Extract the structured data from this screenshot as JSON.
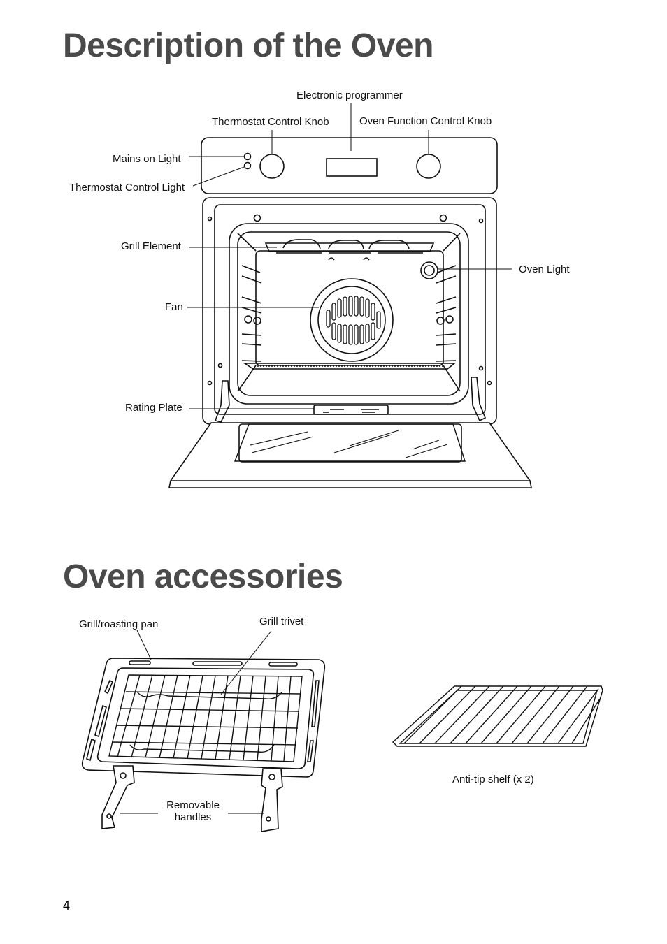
{
  "sections": {
    "oven_title": "Description of the Oven",
    "accessories_title": "Oven accessories"
  },
  "oven_labels": {
    "electronic_programmer": "Electronic programmer",
    "thermostat_control_knob": "Thermostat Control Knob",
    "oven_function_control_knob": "Oven Function Control Knob",
    "mains_on_light": "Mains on Light",
    "thermostat_control_light": "Thermostat Control Light",
    "grill_element": "Grill Element",
    "oven_light": "Oven Light",
    "fan": "Fan",
    "rating_plate": "Rating Plate"
  },
  "accessory_labels": {
    "grill_roasting_pan": "Grill/roasting pan",
    "grill_trivet": "Grill trivet",
    "removable_handles_line1": "Removable",
    "removable_handles_line2": "handles",
    "anti_tip_shelf": "Anti-tip shelf (x 2)"
  },
  "page_number": "4"
}
